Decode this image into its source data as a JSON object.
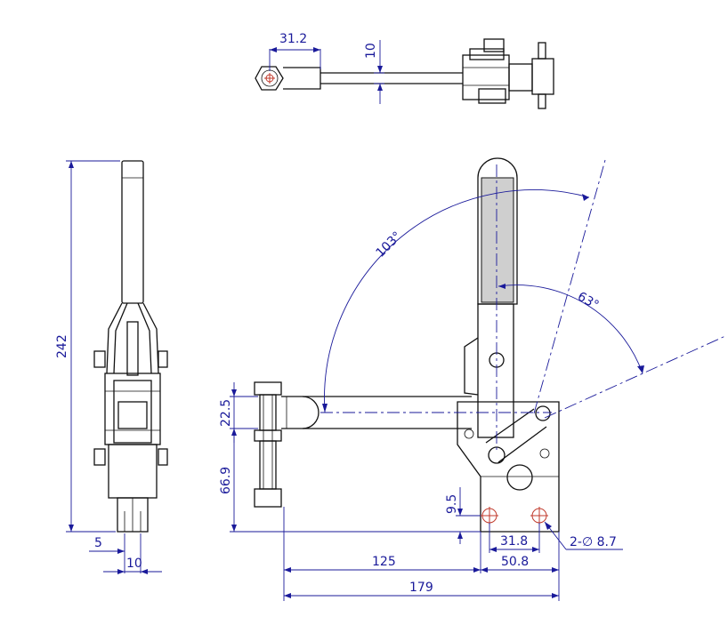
{
  "dimensions": {
    "top_width": "31.2",
    "top_thickness": "10",
    "side_height": "242",
    "side_gap": "5",
    "side_width": "10",
    "spindle_height": "22.5",
    "base_height": "66.9",
    "hole_offset": "9.5",
    "hole_pitch": "31.8",
    "base_width": "50.8",
    "reach": "125",
    "overall_length": "179",
    "hole_callout": "2-∅ 8.7"
  },
  "angles": {
    "handle_open": "103°",
    "bar_open": "63°"
  },
  "colors": {
    "dimension": "#1a1a9a",
    "outline": "#111111",
    "hole_center": "#c0392b"
  }
}
